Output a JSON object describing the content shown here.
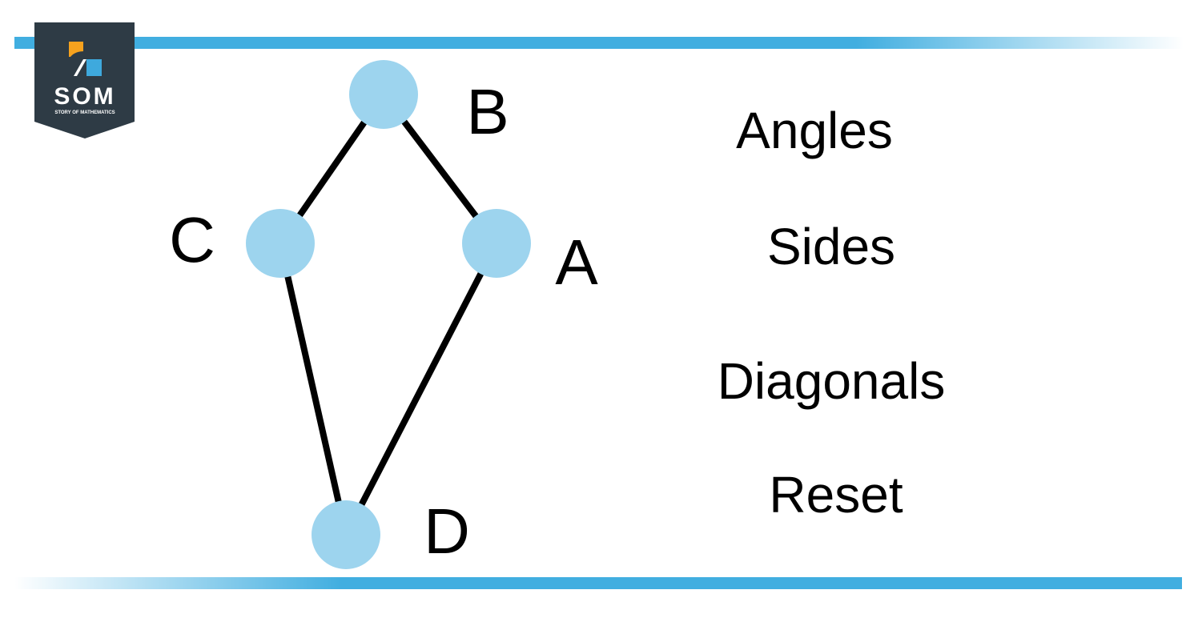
{
  "logo": {
    "name": "SOM",
    "subtitle": "STORY OF MATHEMATICS",
    "icon": "som-logo-icon"
  },
  "colors": {
    "accent_bar": "#41aee0",
    "vertex_fill": "#9dd4ee",
    "edge": "#000000",
    "logo_bg": "#2e3b45",
    "logo_orange": "#f6a21e",
    "logo_blue": "#3ea9dd"
  },
  "diagram": {
    "vertices": [
      {
        "id": "A",
        "label": "A"
      },
      {
        "id": "B",
        "label": "B"
      },
      {
        "id": "C",
        "label": "C"
      },
      {
        "id": "D",
        "label": "D"
      }
    ],
    "edges": [
      [
        "B",
        "C"
      ],
      [
        "B",
        "A"
      ],
      [
        "C",
        "D"
      ],
      [
        "A",
        "D"
      ]
    ]
  },
  "menu": {
    "items": [
      {
        "id": "angles",
        "label": "Angles"
      },
      {
        "id": "sides",
        "label": "Sides"
      },
      {
        "id": "diagonals",
        "label": "Diagonals"
      },
      {
        "id": "reset",
        "label": "Reset"
      }
    ]
  }
}
